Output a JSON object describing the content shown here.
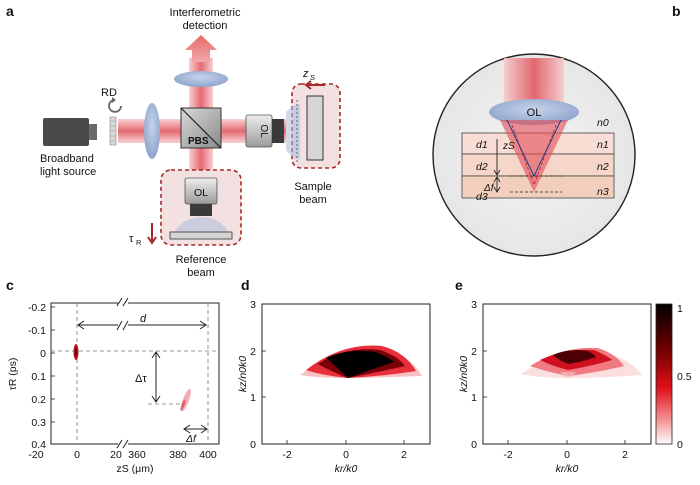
{
  "panels": {
    "a": "a",
    "b": "b",
    "c": "c",
    "d": "d",
    "e": "e"
  },
  "setup": {
    "detection": [
      "Interferometric",
      "detection"
    ],
    "rd": "RD",
    "source": [
      "Broadband",
      "light source"
    ],
    "pbs": "PBS",
    "ol": "OL",
    "zs": "z",
    "zs_sub": "S",
    "sample": [
      "Sample",
      "beam"
    ],
    "reference": [
      "Reference",
      "beam"
    ],
    "tau": "τ",
    "tau_sub": "R"
  },
  "inset": {
    "ol": "OL",
    "layers_left": [
      "d1",
      "d2",
      "d3"
    ],
    "layers_right": [
      "n0",
      "n1",
      "n2",
      "n3"
    ],
    "zs": "zS",
    "df": "Δf"
  },
  "panel_c": {
    "yticks": [
      "-0.2",
      "-0.1",
      "0",
      "0.1",
      "0.2",
      "0.3",
      "0.4"
    ],
    "xticks": [
      "-20",
      "0",
      "20",
      "360",
      "380",
      "400"
    ],
    "ylabel": "τR (ps)",
    "xlabel": "zS (μm)",
    "d": "d",
    "dtau": "Δτ",
    "df": "Δf"
  },
  "panel_d": {
    "yticks": [
      "0",
      "1",
      "2",
      "3"
    ],
    "xticks": [
      "-2",
      "0",
      "2"
    ],
    "ylabel": "kz/n0k0",
    "xlabel": "kr/k0"
  },
  "panel_e": {
    "yticks": [
      "0",
      "1",
      "2",
      "3"
    ],
    "xticks": [
      "-2",
      "0",
      "2"
    ],
    "ylabel": "kz/n0k0",
    "xlabel": "kr/k0"
  },
  "colorbar": {
    "ticks": [
      "1",
      "0.5",
      "0"
    ]
  },
  "colors": {
    "beam": "#f08080",
    "lens": "#9aaed0",
    "box": "#b03030",
    "peak": "#000000"
  }
}
